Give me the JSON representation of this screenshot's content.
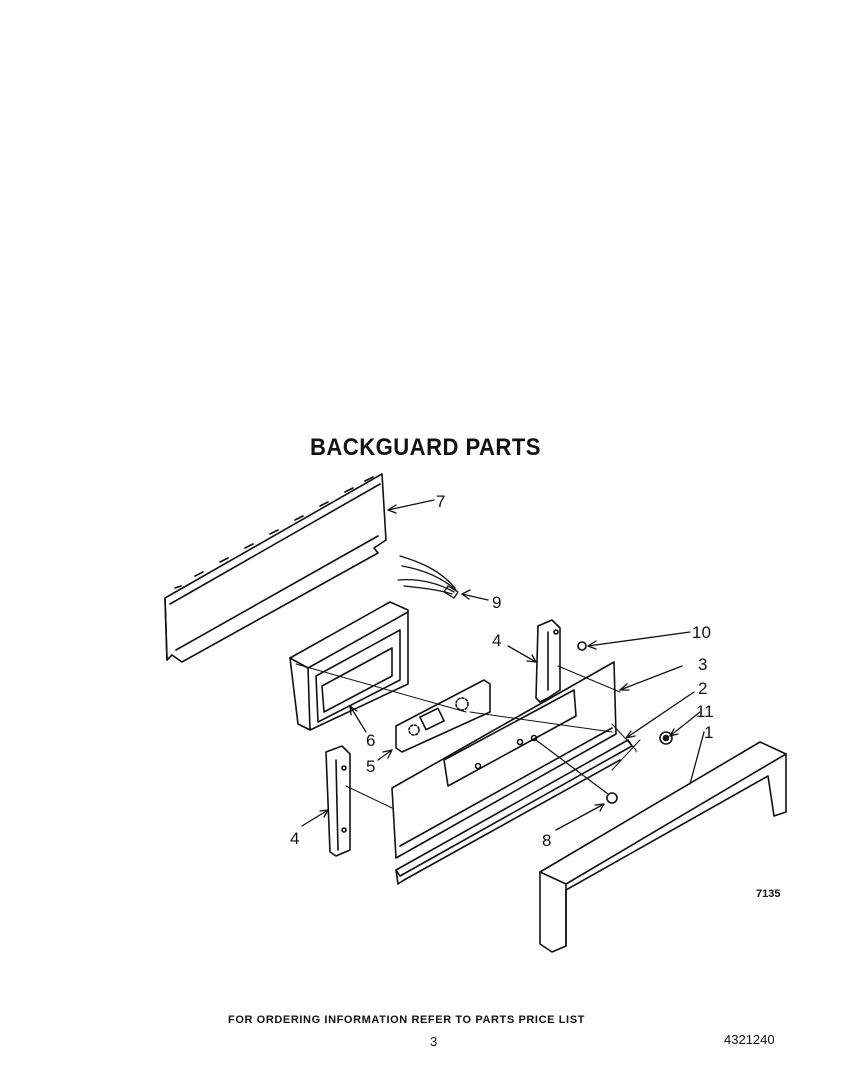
{
  "title": "BACKGUARD PARTS",
  "footer": {
    "ordering_note": "FOR ORDERING INFORMATION REFER TO PARTS PRICE LIST",
    "page_number": "3",
    "document_number": "4321240"
  },
  "figure_number": "7135",
  "callouts": {
    "c1": "1",
    "c2": "2",
    "c3": "3",
    "c4a": "4",
    "c4b": "4",
    "c5": "5",
    "c6": "6",
    "c7": "7",
    "c8": "8",
    "c9": "9",
    "c10": "10",
    "c11": "11"
  }
}
